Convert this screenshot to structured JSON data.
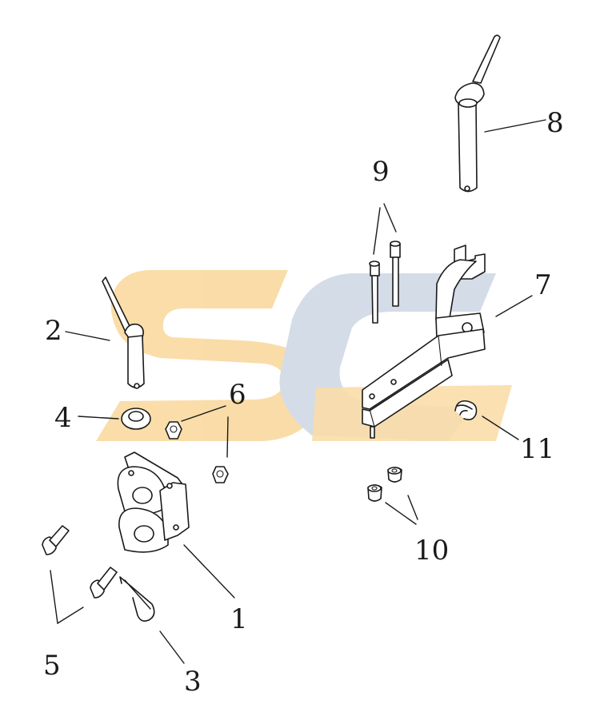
{
  "watermark": {
    "orange": "#f9d79a",
    "blue": "#cdd6e4"
  },
  "callouts": {
    "c1": "1",
    "c2": "2",
    "c3": "3",
    "c4": "4",
    "c5": "5",
    "c6": "6",
    "c7": "7",
    "c8": "8",
    "c9": "9",
    "c10": "10",
    "c11": "11"
  }
}
